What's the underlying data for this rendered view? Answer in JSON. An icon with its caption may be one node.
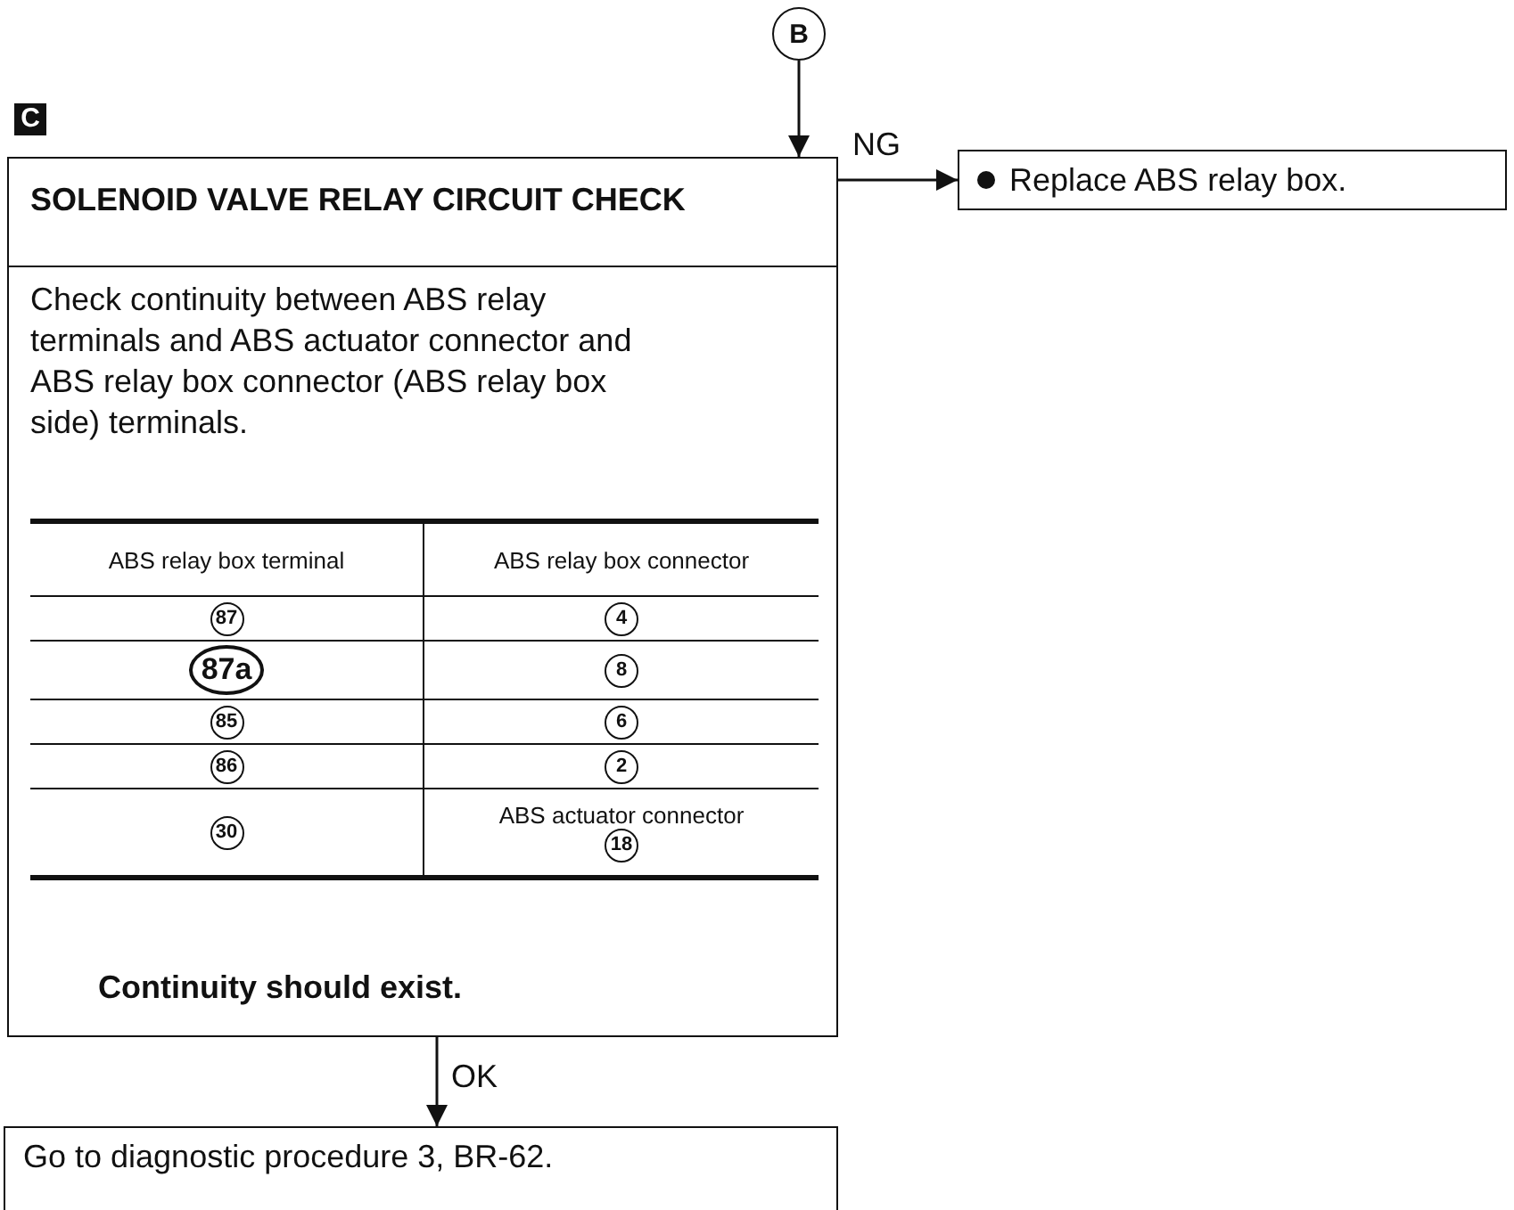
{
  "diagram": {
    "nodes": [
      {
        "text": [
          "B"
        ]
      },
      {
        "text": [
          "SOLENOID VALVE RELAY CIRCUIT CHECK",
          "Check continuity between ABS relay terminals and ABS actuator connector and ABS relay box connector (ABS relay box side) terminals.",
          "Continuity should exist."
        ]
      },
      {
        "text": [
          "Replace ABS relay box."
        ]
      },
      {
        "text": [
          "Go to diagnostic procedure 3, BR-62."
        ]
      }
    ],
    "edges": [
      {
        "from": 0,
        "to": 1,
        "arrow": "to"
      },
      {
        "from": 1,
        "to": 2,
        "arrow": "to",
        "label": "NG"
      },
      {
        "from": 1,
        "to": 3,
        "arrow": "to",
        "label": "OK"
      }
    ],
    "labels": [
      "C",
      "ABS relay box terminal",
      "ABS relay box connector",
      "87",
      "4",
      "87a",
      "8",
      "85",
      "6",
      "86",
      "2",
      "30",
      "ABS actuator connector",
      "18"
    ]
  }
}
